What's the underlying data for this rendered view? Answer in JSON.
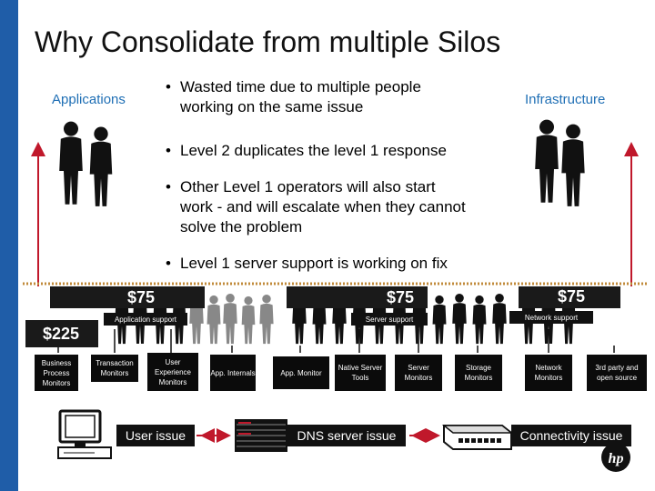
{
  "slide": {
    "title": "Why Consolidate from multiple Silos",
    "left_label": "Applications",
    "right_label": "Infrastructure",
    "bullets": [
      {
        "lines": [
          "Wasted time due to multiple people",
          "working on the same issue"
        ]
      },
      {
        "lines": [
          "Level 2 duplicates the level 1 response"
        ]
      },
      {
        "lines": [
          "Other Level 1 operators will also start",
          "work - and will escalate when they cannot",
          "solve the problem"
        ]
      },
      {
        "lines": [
          "Level 1 server support is working on fix"
        ]
      }
    ],
    "prices": {
      "left": "$75",
      "middle": "$75",
      "right": "$75",
      "total": "$225"
    },
    "support_labels": {
      "application": "Application support",
      "server": "Server support",
      "network": "Network support"
    },
    "monitors": [
      {
        "label": "Business Process Monitors"
      },
      {
        "label": "Transaction Monitors"
      },
      {
        "label": "User Experience Monitors"
      },
      {
        "label": "App. Internals"
      },
      {
        "label": "App. Monitor"
      },
      {
        "label": "Native Server Tools"
      },
      {
        "label": "Server Monitors"
      },
      {
        "label": "Storage Monitors"
      },
      {
        "label": "Network Monitors"
      },
      {
        "label": "3rd party and open source"
      }
    ],
    "issues": {
      "user": "User issue",
      "dns": "DNS server issue",
      "connectivity": "Connectivity issue"
    },
    "logo_text": "hp"
  },
  "colors": {
    "accent": "#1f5da8",
    "label": "#1f6fb5",
    "arrow": "#c0182b",
    "dashed": "#c08a3a"
  },
  "icons": [
    "person-silhouette-icon",
    "computer-monitor-icon",
    "server-rack-icon",
    "network-switch-icon",
    "hp-logo-icon"
  ]
}
